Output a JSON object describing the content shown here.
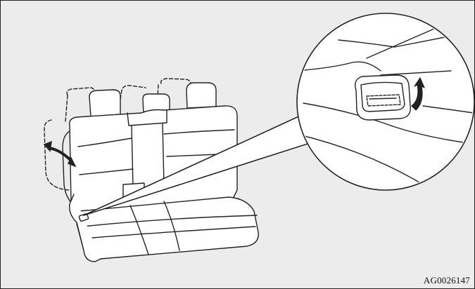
{
  "figure": {
    "code": "AG0026147",
    "colors": {
      "background": "#ececec",
      "stroke": "#222222",
      "fill": "#ffffff"
    },
    "parts": [
      "rear-seat",
      "seatback-release-lever",
      "magnified-detail-callout",
      "seatback-fold-arrow",
      "lever-pull-arrow"
    ]
  }
}
